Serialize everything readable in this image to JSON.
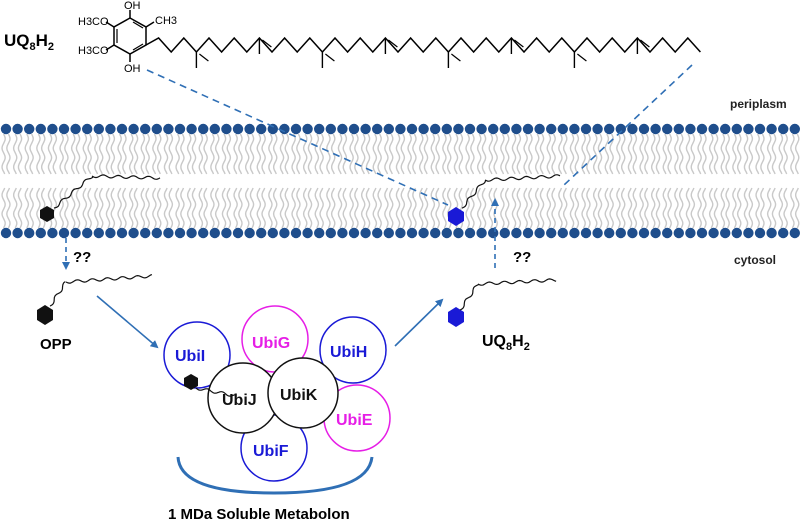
{
  "labels": {
    "uq_top": {
      "main": "UQ",
      "sub": "8",
      "main2": "H",
      "sub2": "2"
    },
    "uq_right": {
      "main": "UQ",
      "sub": "8",
      "main2": "H",
      "sub2": "2"
    },
    "periplasm": "periplasm",
    "cytosol": "cytosol",
    "opp": "OPP",
    "unknown_left": "??",
    "unknown_right": "??",
    "footer": "1 MDa Soluble Metabolon"
  },
  "molecule": {
    "oh_top": "OH",
    "oh_bottom": "OH",
    "h3co_top": "H3CO",
    "h3co_bottom": "H3CO",
    "ch3": "CH3"
  },
  "enzymes": [
    {
      "id": "UbiI",
      "label": "UbiI",
      "color": "#1a1ad6"
    },
    {
      "id": "UbiG",
      "label": "UbiG",
      "color": "#e61ee6"
    },
    {
      "id": "UbiH",
      "label": "UbiH",
      "color": "#1a1ad6"
    },
    {
      "id": "UbiJ",
      "label": "UbiJ",
      "color": "#111111"
    },
    {
      "id": "UbiK",
      "label": "UbiK",
      "color": "#111111"
    },
    {
      "id": "UbiE",
      "label": "UbiE",
      "color": "#e61ee6"
    },
    {
      "id": "UbiF",
      "label": "UbiF",
      "color": "#1a1ad6"
    }
  ],
  "colors": {
    "head": "#1f4e8c",
    "tail": "#c9c9c9",
    "arrow": "#2f6fb5",
    "blue_hex": "#1a1ad6",
    "black_hex": "#111111"
  }
}
